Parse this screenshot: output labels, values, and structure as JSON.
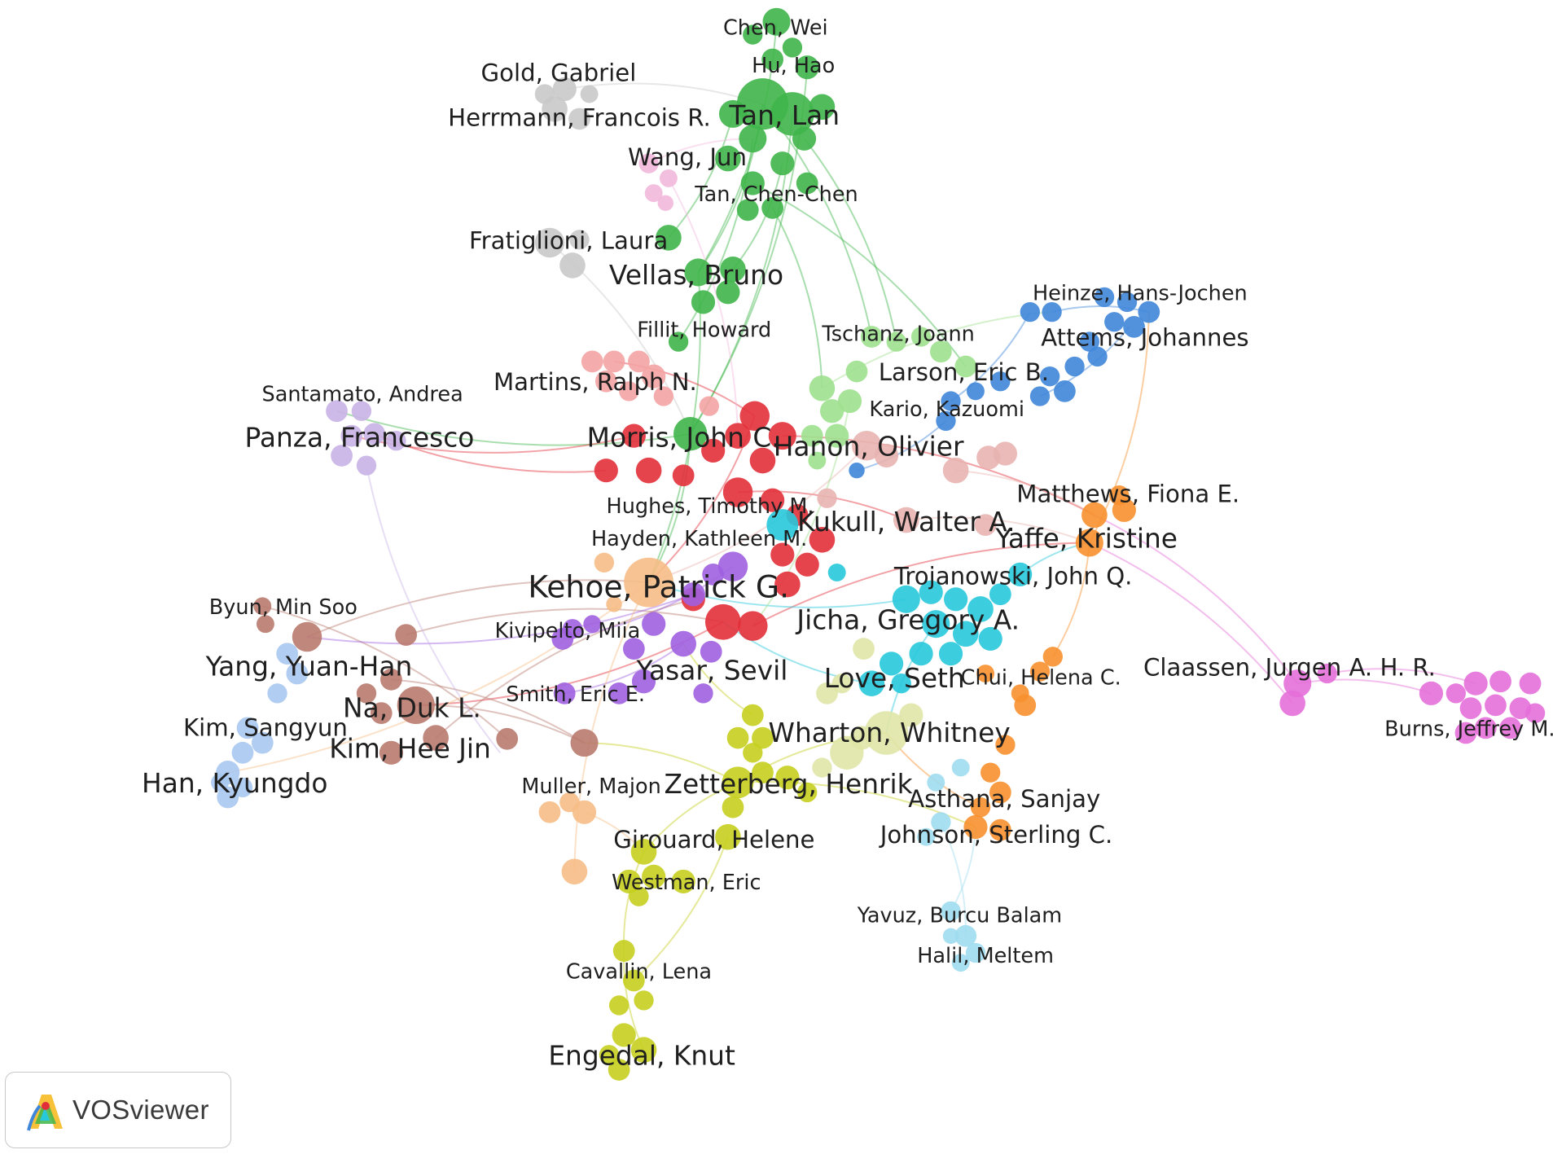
{
  "palette": {
    "green": "#3fb54a",
    "light_green": "#9fe08f",
    "grey": "#c9c9c9",
    "pink_light": "#f2b8dc",
    "red": "#e2303a",
    "salmon": "#f4a3a3",
    "rose": "#e8b4b0",
    "blue": "#3f86d9",
    "lavender": "#c9b3e6",
    "purple": "#a061e0",
    "cyan": "#27c8dc",
    "orange": "#f7902d",
    "peach": "#f6bc86",
    "brown": "#b97a6e",
    "light_blue": "#a9c8ef",
    "olive": "#c5cf1e",
    "pale_yellow": "#dfe6a6",
    "sky": "#9fdcf0",
    "magenta": "#e46fd8"
  },
  "labels": [
    {
      "text": "Chen, Wei",
      "size": "s"
    },
    {
      "text": "Hu, Hao",
      "size": "s"
    },
    {
      "text": "Gold, Gabriel",
      "size": "m"
    },
    {
      "text": "Herrmann, Francois R.",
      "size": "m"
    },
    {
      "text": "Tan, Lan",
      "size": "l"
    },
    {
      "text": "Wang, Jun",
      "size": "m"
    },
    {
      "text": "Tan, Chen-Chen",
      "size": "s"
    },
    {
      "text": "Fratiglioni, Laura",
      "size": "m"
    },
    {
      "text": "Vellas, Bruno",
      "size": "l"
    },
    {
      "text": "Heinze, Hans-Jochen",
      "size": "s"
    },
    {
      "text": "Fillit, Howard",
      "size": "s"
    },
    {
      "text": "Tschanz, Joann",
      "size": "s"
    },
    {
      "text": "Attems, Johannes",
      "size": "m"
    },
    {
      "text": "Martins, Ralph N.",
      "size": "m"
    },
    {
      "text": "Larson, Eric B.",
      "size": "m"
    },
    {
      "text": "Santamato, Andrea",
      "size": "s"
    },
    {
      "text": "Kario, Kazuomi",
      "size": "s"
    },
    {
      "text": "Panza, Francesco",
      "size": "l"
    },
    {
      "text": "Morris, John C.",
      "size": "l"
    },
    {
      "text": "Hanon, Olivier",
      "size": "l"
    },
    {
      "text": "Matthews, Fiona E.",
      "size": "m"
    },
    {
      "text": "Hughes, Timothy M.",
      "size": "s"
    },
    {
      "text": "Kukull, Walter A.",
      "size": "l"
    },
    {
      "text": "Hayden, Kathleen M.",
      "size": "s"
    },
    {
      "text": "Yaffe, Kristine",
      "size": "l"
    },
    {
      "text": "Trojanowski, John Q.",
      "size": "m"
    },
    {
      "text": "Kehoe, Patrick G.",
      "size": "xl"
    },
    {
      "text": "Byun, Min Soo",
      "size": "s"
    },
    {
      "text": "Jicha, Gregory A.",
      "size": "l"
    },
    {
      "text": "Kivipelto, Miia",
      "size": "s"
    },
    {
      "text": "Yang, Yuan-Han",
      "size": "l"
    },
    {
      "text": "Claassen, Jurgen A. H. R.",
      "size": "m"
    },
    {
      "text": "Yasar, Sevil",
      "size": "l"
    },
    {
      "text": "Love, Seth",
      "size": "l"
    },
    {
      "text": "Chui, Helena C.",
      "size": "s"
    },
    {
      "text": "Na, Duk L.",
      "size": "l"
    },
    {
      "text": "Smith, Eric E.",
      "size": "s"
    },
    {
      "text": "Kim, Sangyun",
      "size": "m"
    },
    {
      "text": "Burns, Jeffrey M.",
      "size": "s"
    },
    {
      "text": "Wharton, Whitney",
      "size": "l"
    },
    {
      "text": "Kim, Hee Jin",
      "size": "l"
    },
    {
      "text": "Han, Kyungdo",
      "size": "l"
    },
    {
      "text": "Muller, Majon",
      "size": "s"
    },
    {
      "text": "Zetterberg, Henrik",
      "size": "l"
    },
    {
      "text": "Asthana, Sanjay",
      "size": "m"
    },
    {
      "text": "Girouard, Helene",
      "size": "m"
    },
    {
      "text": "Johnson, Sterling C.",
      "size": "m"
    },
    {
      "text": "Westman, Eric",
      "size": "s"
    },
    {
      "text": "Yavuz, Burcu Balam",
      "size": "s"
    },
    {
      "text": "Halil, Meltem",
      "size": "s"
    },
    {
      "text": "Cavallin, Lena",
      "size": "s"
    },
    {
      "text": "Engedal, Knut",
      "size": "l"
    }
  ],
  "badge": {
    "text": "VOSviewer",
    "icon": "vosviewer-logo-icon"
  }
}
